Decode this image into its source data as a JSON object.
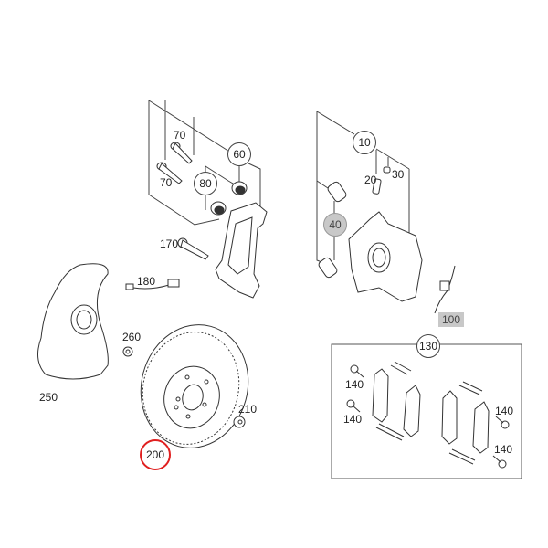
{
  "diagram": {
    "type": "exploded parts diagram",
    "subject": "front brake assembly",
    "highlight_color": "#e02020",
    "muted_label_bg": "#c8c8c8"
  },
  "callouts": {
    "c10": {
      "label": "10",
      "style": "circle"
    },
    "c20": {
      "label": "20",
      "style": "plain"
    },
    "c30": {
      "label": "30",
      "style": "plain"
    },
    "c40": {
      "label": "40",
      "style": "circle-gray"
    },
    "c60": {
      "label": "60",
      "style": "circle"
    },
    "c70a": {
      "label": "70",
      "style": "plain"
    },
    "c70b": {
      "label": "70",
      "style": "plain"
    },
    "c80": {
      "label": "80",
      "style": "circle"
    },
    "c100": {
      "label": "100",
      "style": "tag-gray"
    },
    "c130": {
      "label": "130",
      "style": "circle"
    },
    "c140a": {
      "label": "140",
      "style": "plain"
    },
    "c140b": {
      "label": "140",
      "style": "plain"
    },
    "c140c": {
      "label": "140",
      "style": "plain"
    },
    "c140d": {
      "label": "140",
      "style": "plain"
    },
    "c170": {
      "label": "170",
      "style": "plain"
    },
    "c180": {
      "label": "180",
      "style": "plain"
    },
    "c200": {
      "label": "200",
      "style": "circle-red-highlight"
    },
    "c210": {
      "label": "210",
      "style": "plain"
    },
    "c250": {
      "label": "250",
      "style": "plain"
    },
    "c260": {
      "label": "260",
      "style": "plain"
    }
  },
  "parts": [
    {
      "id": "10",
      "name": "brake caliper"
    },
    {
      "id": "20",
      "name": "bleeder valve"
    },
    {
      "id": "30",
      "name": "bleeder cap"
    },
    {
      "id": "40",
      "name": "guide pin"
    },
    {
      "id": "60",
      "name": "caliper carrier"
    },
    {
      "id": "70",
      "name": "carrier bolt"
    },
    {
      "id": "80",
      "name": "bushing"
    },
    {
      "id": "100",
      "name": "wear sensor wire"
    },
    {
      "id": "130",
      "name": "brake pad kit"
    },
    {
      "id": "140",
      "name": "pad bolt"
    },
    {
      "id": "170",
      "name": "bolt"
    },
    {
      "id": "180",
      "name": "wear sensor"
    },
    {
      "id": "200",
      "name": "brake disc"
    },
    {
      "id": "210",
      "name": "nut"
    },
    {
      "id": "250",
      "name": "splash shield"
    },
    {
      "id": "260",
      "name": "screw"
    }
  ]
}
